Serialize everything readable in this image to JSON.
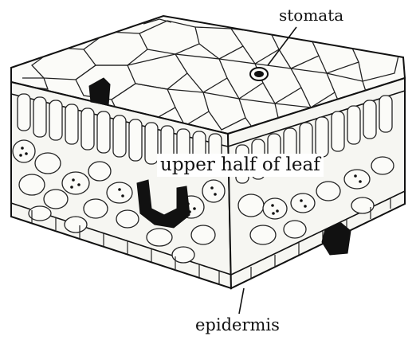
{
  "diagram": {
    "labels": {
      "stomata": "stomata",
      "upper_half": "upper half of leaf",
      "epidermis": "epidermis"
    },
    "colors": {
      "ink": "#111111",
      "paper": "#ffffff",
      "cell_fill": "#fbfbf8",
      "side_fill": "#f6f6f2"
    }
  }
}
